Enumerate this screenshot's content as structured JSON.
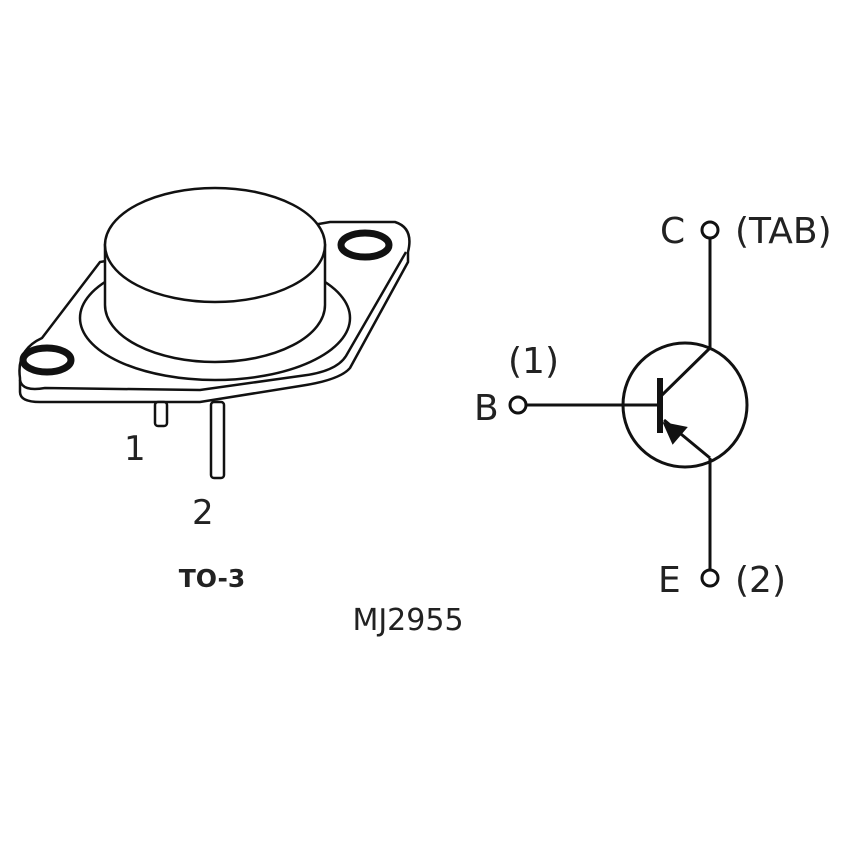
{
  "package": {
    "name": "TO-3",
    "pin_labels": [
      "1",
      "2"
    ]
  },
  "symbol": {
    "collector_label": "C",
    "collector_pin": "(TAB)",
    "base_label": "B",
    "base_pin": "(1)",
    "emitter_label": "E",
    "emitter_pin": "(2)",
    "type_icon": "pnp-transistor-icon"
  },
  "part_number": "MJ2955",
  "colors": {
    "line": "#111111",
    "background": "#ffffff"
  }
}
